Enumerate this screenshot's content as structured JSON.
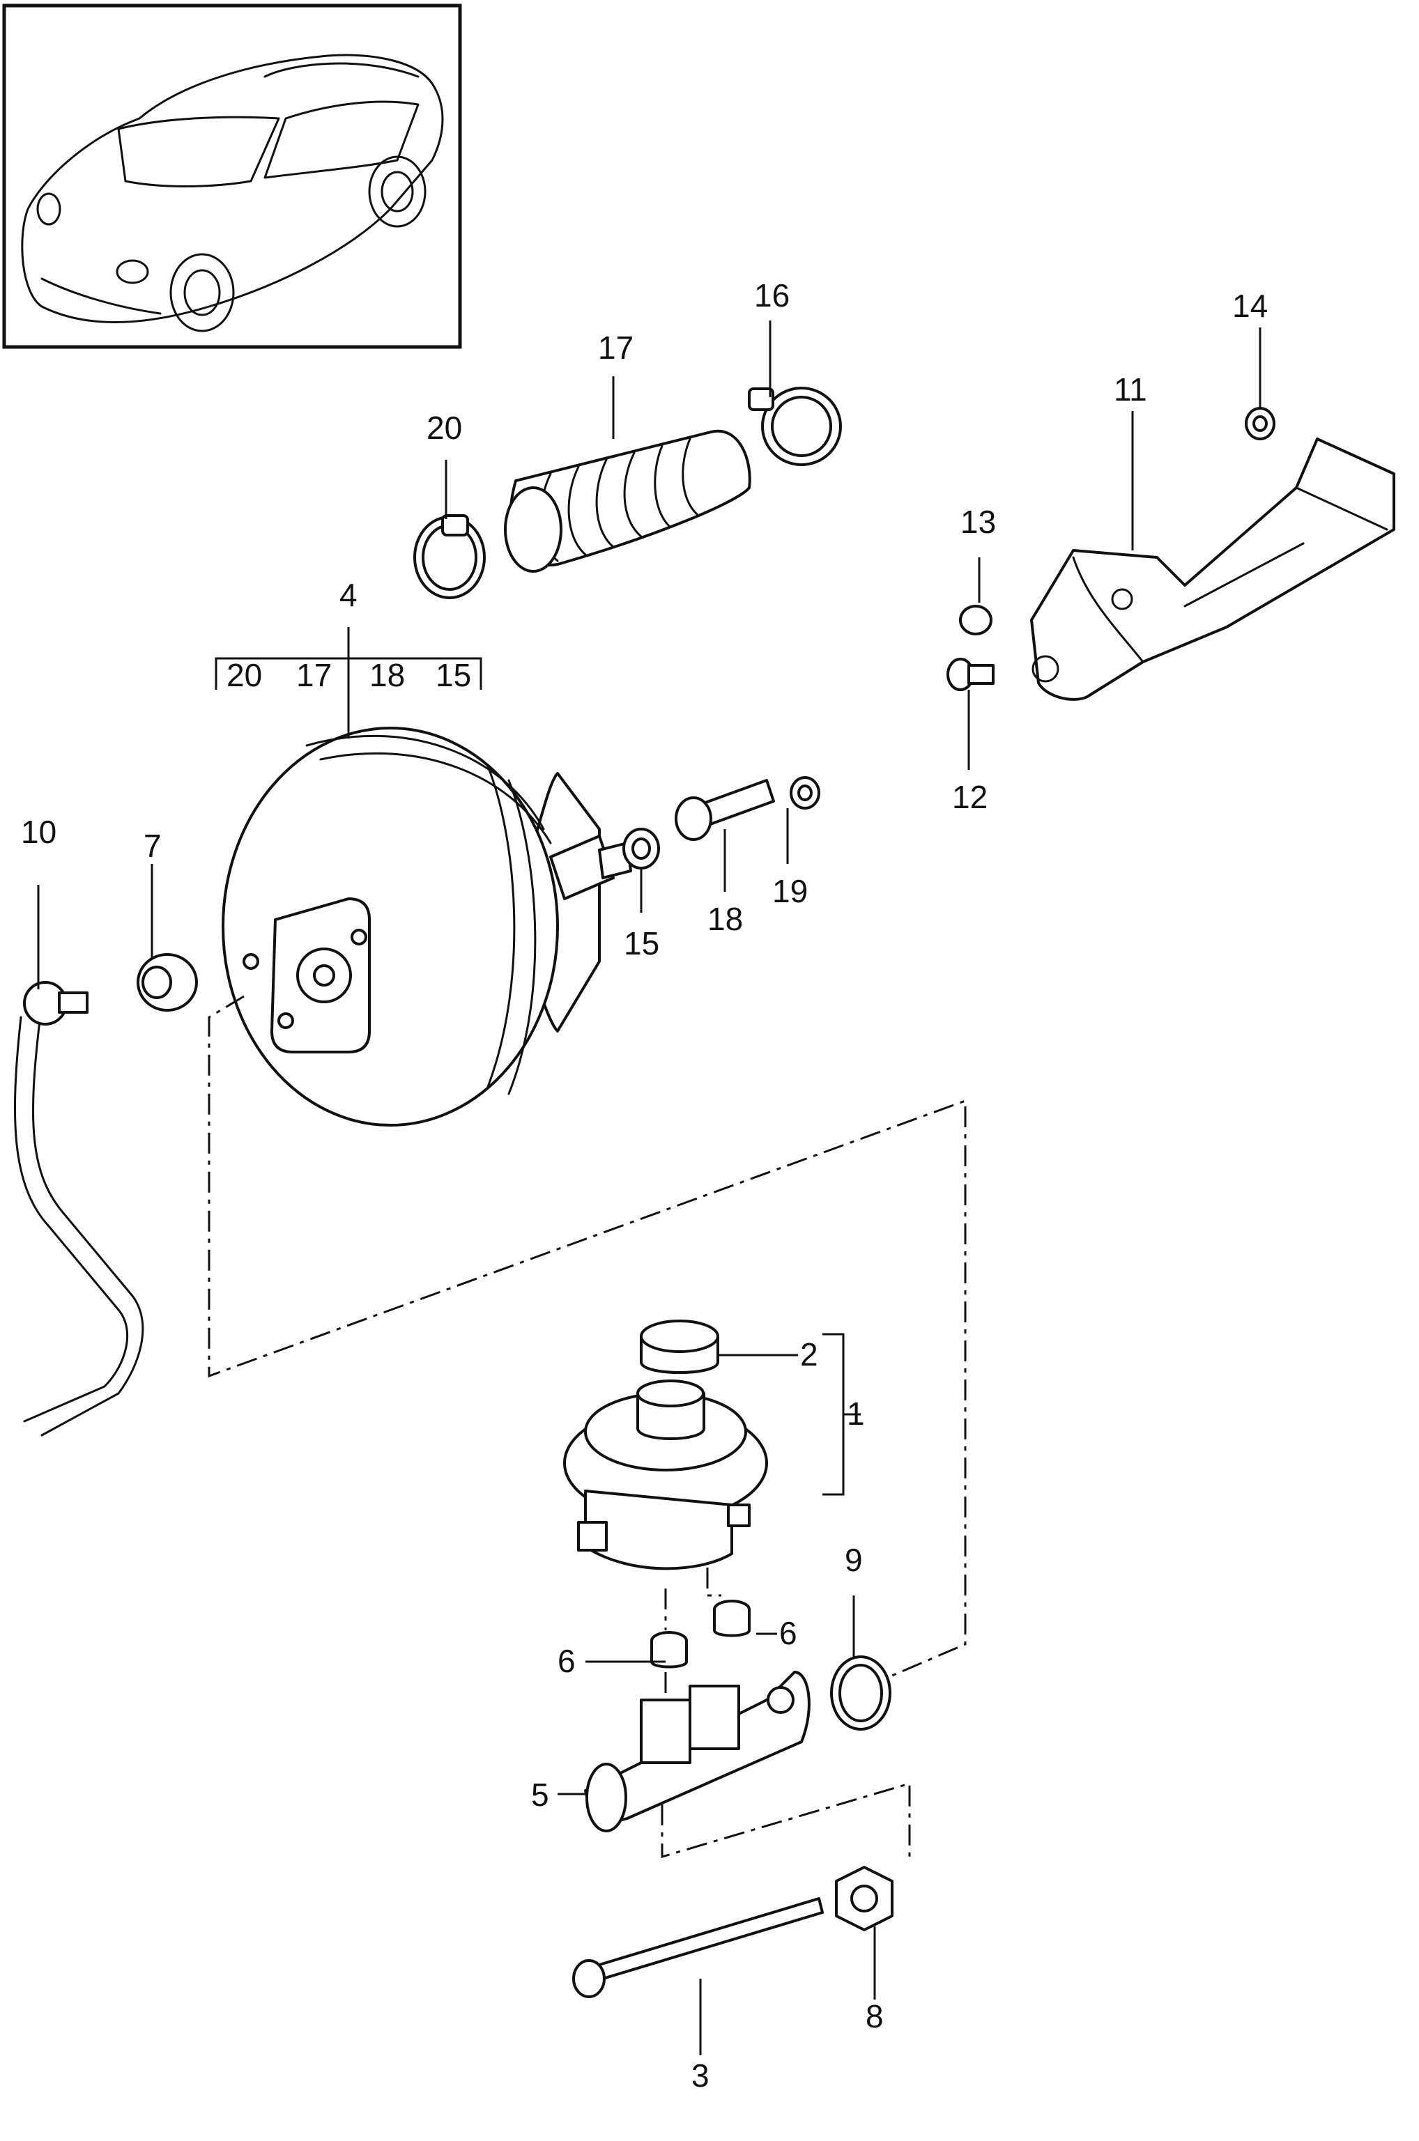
{
  "callouts": [
    {
      "id": "c1",
      "text": "1"
    },
    {
      "id": "c2",
      "text": "2"
    },
    {
      "id": "c3",
      "text": "3"
    },
    {
      "id": "c4",
      "text": "4"
    },
    {
      "id": "c5",
      "text": "5"
    },
    {
      "id": "c6a",
      "text": "6"
    },
    {
      "id": "c6b",
      "text": "6"
    },
    {
      "id": "c7",
      "text": "7"
    },
    {
      "id": "c8",
      "text": "8"
    },
    {
      "id": "c9",
      "text": "9"
    },
    {
      "id": "c10",
      "text": "10"
    },
    {
      "id": "c11",
      "text": "11"
    },
    {
      "id": "c12",
      "text": "12"
    },
    {
      "id": "c13",
      "text": "13"
    },
    {
      "id": "c14",
      "text": "14"
    },
    {
      "id": "c15",
      "text": "15"
    },
    {
      "id": "c16",
      "text": "16"
    },
    {
      "id": "c17",
      "text": "17"
    },
    {
      "id": "c18",
      "text": "18"
    },
    {
      "id": "c19",
      "text": "19"
    },
    {
      "id": "c20",
      "text": "20"
    }
  ],
  "group_bracket": {
    "parent": "4",
    "items": [
      "20",
      "17",
      "18",
      "15"
    ]
  }
}
